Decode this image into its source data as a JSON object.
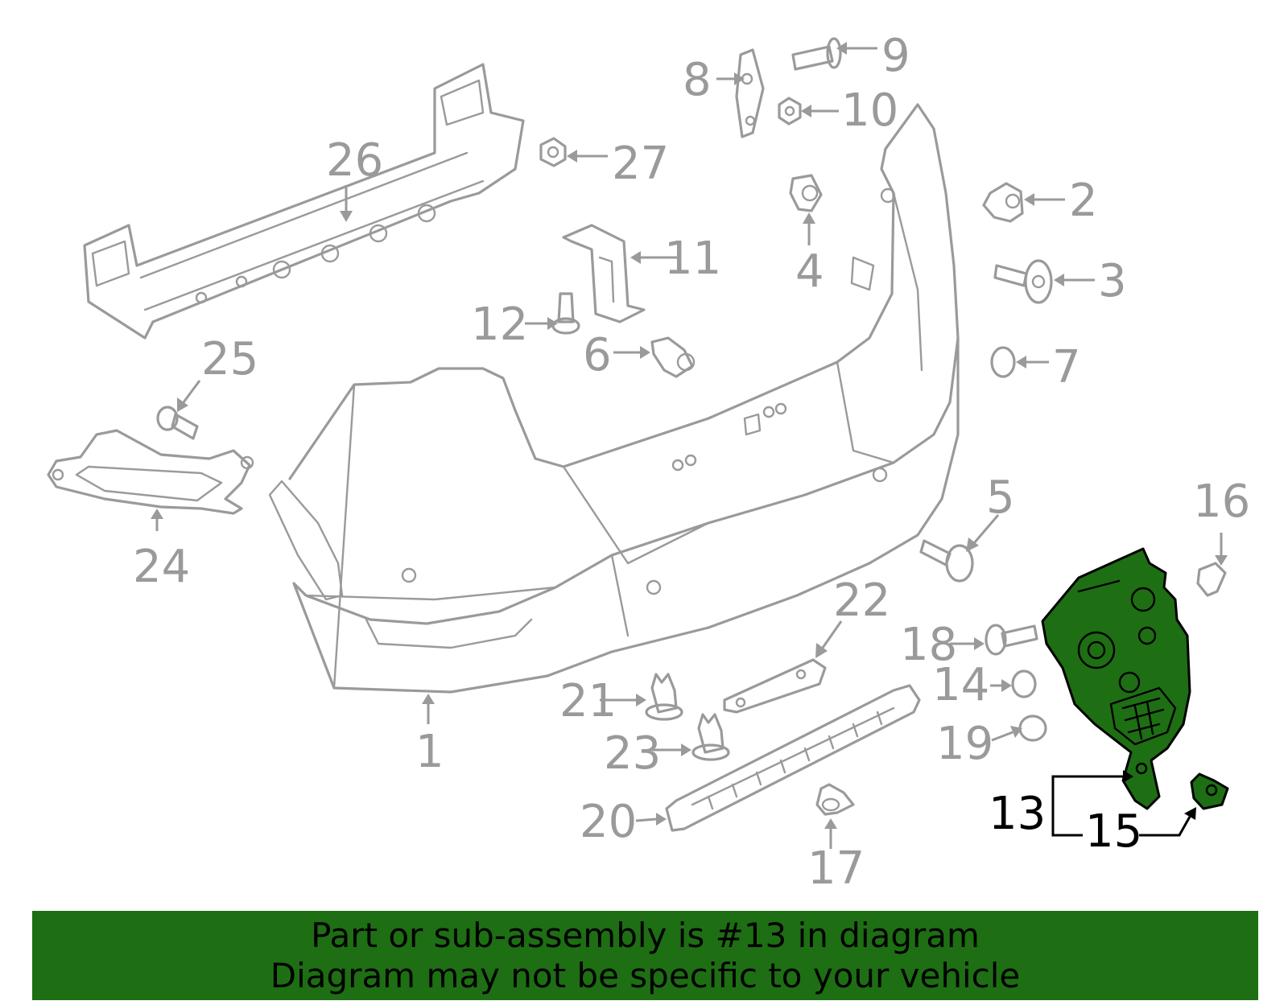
{
  "colors": {
    "highlight": "#1e6e14",
    "outline": "#9a9a9a",
    "banner_bg": "#1e6e14"
  },
  "callouts": {
    "c1": "1",
    "c2": "2",
    "c3": "3",
    "c4": "4",
    "c5": "5",
    "c6": "6",
    "c7": "7",
    "c8": "8",
    "c9": "9",
    "c10": "10",
    "c11": "11",
    "c12": "12",
    "c13": "13",
    "c14": "14",
    "c15": "15",
    "c16": "16",
    "c17": "17",
    "c18": "18",
    "c19": "19",
    "c20": "20",
    "c21": "21",
    "c22": "22",
    "c23": "23",
    "c24": "24",
    "c25": "25",
    "c26": "26",
    "c27": "27"
  },
  "highlighted_part": "13",
  "banner": {
    "line1": "Part or sub-assembly is #13 in diagram",
    "line2": "Diagram may not be specific to your vehicle"
  }
}
